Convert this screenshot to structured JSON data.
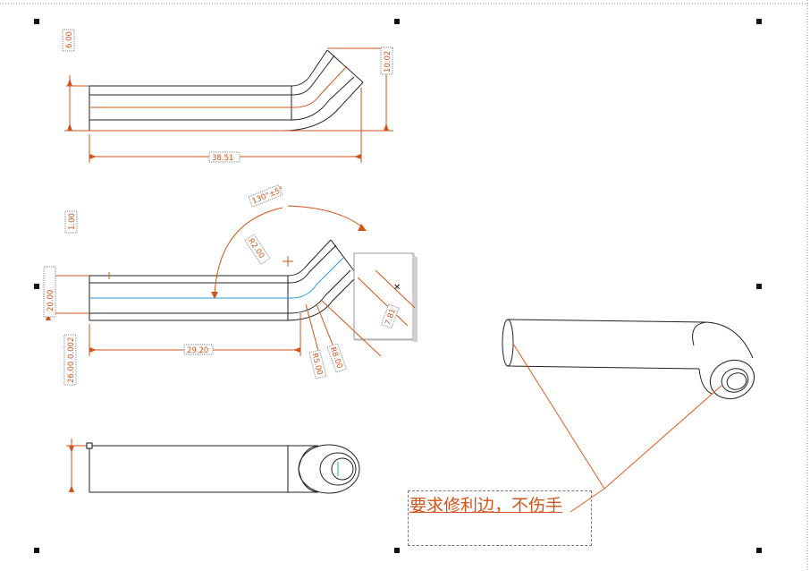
{
  "dimensions": {
    "top_height": "6.00",
    "top_end_height": "10.02",
    "top_length": "38.51",
    "angle": "130°±5°",
    "wall": "1.00",
    "left_small": "20.00",
    "bend_radius": "R2.00",
    "straight_length": "29.20",
    "tolerance": "26.00 0.002",
    "r_inner": "R5.00",
    "r_outer": "R8.00",
    "end_length": "7.81"
  },
  "note": {
    "text": "要求修利边，不伤手"
  },
  "colors": {
    "dimension": "#d2541c",
    "outline": "#222222",
    "centerline": "#2a9fd0",
    "leader": "#e05a20"
  }
}
